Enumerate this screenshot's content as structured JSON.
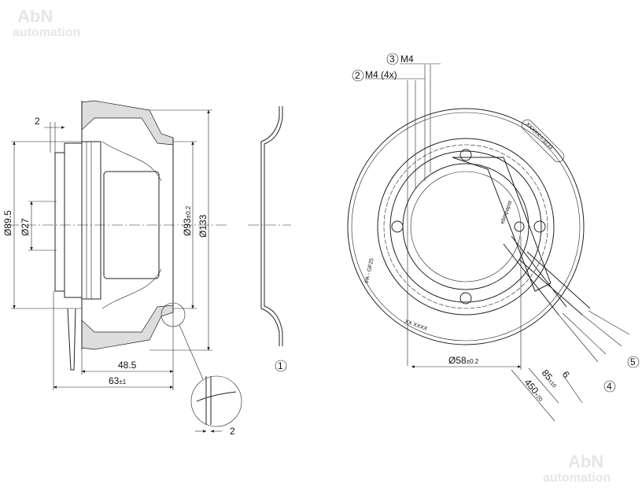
{
  "watermark": {
    "line1": "AbN",
    "line2": "automation"
  },
  "side_view": {
    "dim_gap_top": "2",
    "dim_outer_left": "Ø89.5",
    "dim_hub": "Ø27",
    "dim_inlet": "Ø93",
    "dim_inlet_tol": "±0.2",
    "dim_outer": "Ø133",
    "dim_depth_inner": "48.5",
    "dim_depth_total": "63",
    "dim_depth_total_tol": "±1",
    "detail_gap": "2"
  },
  "profile_view": {
    "callout": "1"
  },
  "front_view": {
    "callout_3": "3",
    "callout_3_label": "M4",
    "callout_2": "2",
    "callout_2_label": "M4 (4x)",
    "part_label": "XXXXX-I-3233",
    "material_label": "PA - GF25",
    "date_label": "XX XXXX",
    "brand_label": "ebmpapst",
    "dim_bolt_circle": "Ø58",
    "dim_bolt_circle_tol": "±0.2",
    "callout_4": "4",
    "callout_5": "5",
    "dim_strip": "6",
    "dim_sheath": "85",
    "dim_sheath_tol": "±10",
    "dim_cable": "450",
    "dim_cable_tol": "+20"
  }
}
